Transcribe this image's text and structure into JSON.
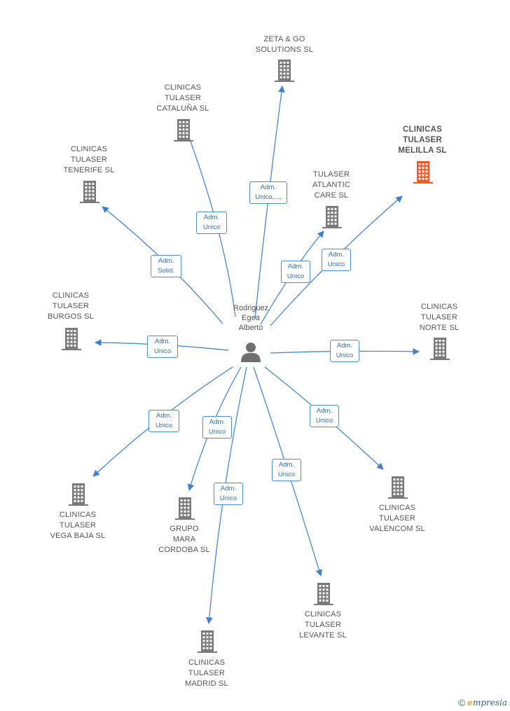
{
  "person": {
    "name": "Rodriguez\nEgea\nAlberto",
    "icon": "person-icon"
  },
  "colors": {
    "edge": "#3d7fd0",
    "building": "#7a7a7a",
    "building_highlight": "#f05a28"
  },
  "companies": [
    {
      "id": "zeta",
      "name": "ZETA & GO\nSOLUTIONS  SL",
      "highlight": false
    },
    {
      "id": "cataluna",
      "name": "CLINICAS\nTULASER\nCATALUÑA  SL",
      "highlight": false
    },
    {
      "id": "melilla",
      "name": "CLINICAS\nTULASER\nMELILLA  SL",
      "highlight": true
    },
    {
      "id": "tenerife",
      "name": "CLINICAS\nTULASER\nTENERIFE  SL",
      "highlight": false
    },
    {
      "id": "atlantic",
      "name": "TULASER\nATLANTIC\nCARE  SL",
      "highlight": false
    },
    {
      "id": "burgos",
      "name": "CLINICAS\nTULASER\nBURGOS  SL",
      "highlight": false
    },
    {
      "id": "norte",
      "name": "CLINICAS\nTULASER\nNORTE  SL",
      "highlight": false
    },
    {
      "id": "vegabaja",
      "name": "CLINICAS\nTULASER\nVEGA BAJA  SL",
      "highlight": false
    },
    {
      "id": "mara",
      "name": "GRUPO\nMARA\nCORDOBA  SL",
      "highlight": false
    },
    {
      "id": "valencom",
      "name": "CLINICAS\nTULASER\nVALENCOM  SL",
      "highlight": false
    },
    {
      "id": "levante",
      "name": "CLINICAS\nTULASER\nLEVANTE  SL",
      "highlight": false
    },
    {
      "id": "madrid",
      "name": "CLINICAS\nTULASER\nMADRID  SL",
      "highlight": false
    }
  ],
  "edges": [
    {
      "to": "zeta",
      "label": "Adm.\nUnico,...."
    },
    {
      "to": "cataluna",
      "label": "Adm.\nUnico"
    },
    {
      "to": "melilla",
      "label": "Adm.\nUnico"
    },
    {
      "to": "tenerife",
      "label": "Adm.\nSolid."
    },
    {
      "to": "atlantic",
      "label": "Adm.\nUnico"
    },
    {
      "to": "burgos",
      "label": "Adm.\nUnico"
    },
    {
      "to": "norte",
      "label": "Adm.\nUnico"
    },
    {
      "to": "vegabaja",
      "label": "Adm.\nUnico"
    },
    {
      "to": "mara",
      "label": "Adm.\nUnico"
    },
    {
      "to": "valencom",
      "label": "Adm.\nUnico"
    },
    {
      "to": "levante",
      "label": "Adm.\nUnico"
    },
    {
      "to": "madrid",
      "label": "Adm.\nUnico"
    }
  ],
  "footer": {
    "copyright": "©",
    "brand_initial": "e",
    "brand_rest": "mpresia"
  }
}
